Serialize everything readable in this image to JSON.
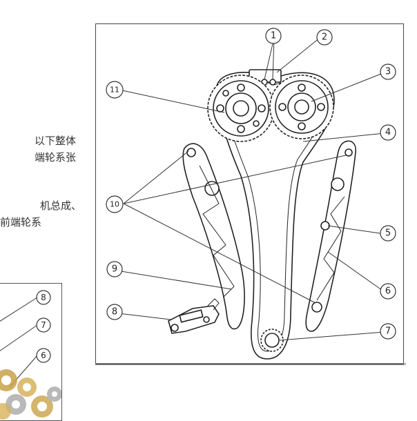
{
  "text_lines": [
    "以下整体",
    "端轮系张",
    "机总成、",
    "前端轮系"
  ],
  "callouts_main": [
    "1",
    "2",
    "3",
    "4",
    "5",
    "6",
    "7",
    "8",
    "9",
    "10",
    "11"
  ],
  "callouts_left": [
    "8",
    "7",
    "6"
  ],
  "colors": {
    "line": "#222222",
    "frame": "#444444",
    "bolt_gold": "#c9a24a",
    "bolt_silver": "#b9b9b9"
  }
}
